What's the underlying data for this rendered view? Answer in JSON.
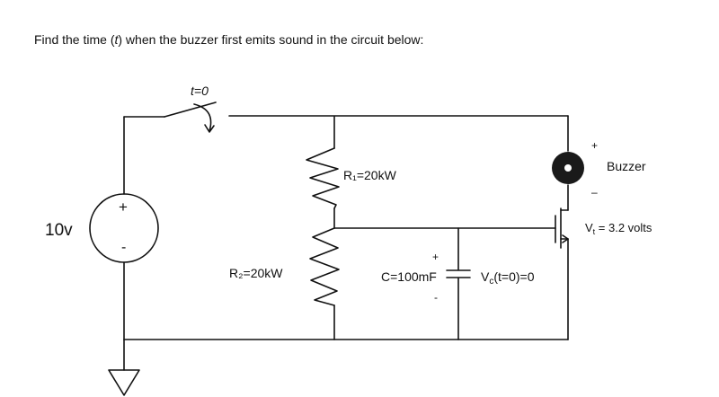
{
  "question": {
    "text_before": "Find the time (",
    "variable": "t",
    "text_after": ") when the buzzer first emits sound in the circuit below:"
  },
  "circuit": {
    "switch_label": "t=0",
    "source_label": "10v",
    "source_plus": "+",
    "source_minus": "-",
    "r1_label": "R₁=20kW",
    "r2_label": "R₂=20kW",
    "cap_label": "C=100mF",
    "cap_plus": "+",
    "cap_minus": "-",
    "vc_label_v": "V",
    "vc_label_sub": "c",
    "vc_label_rest": "(t=0)=0",
    "buzzer_label": "Buzzer",
    "buzzer_plus": "+",
    "buzzer_minus": "–",
    "vt_label_v": "V",
    "vt_label_sub": "t",
    "vt_label_rest": " = 3.2 volts"
  }
}
